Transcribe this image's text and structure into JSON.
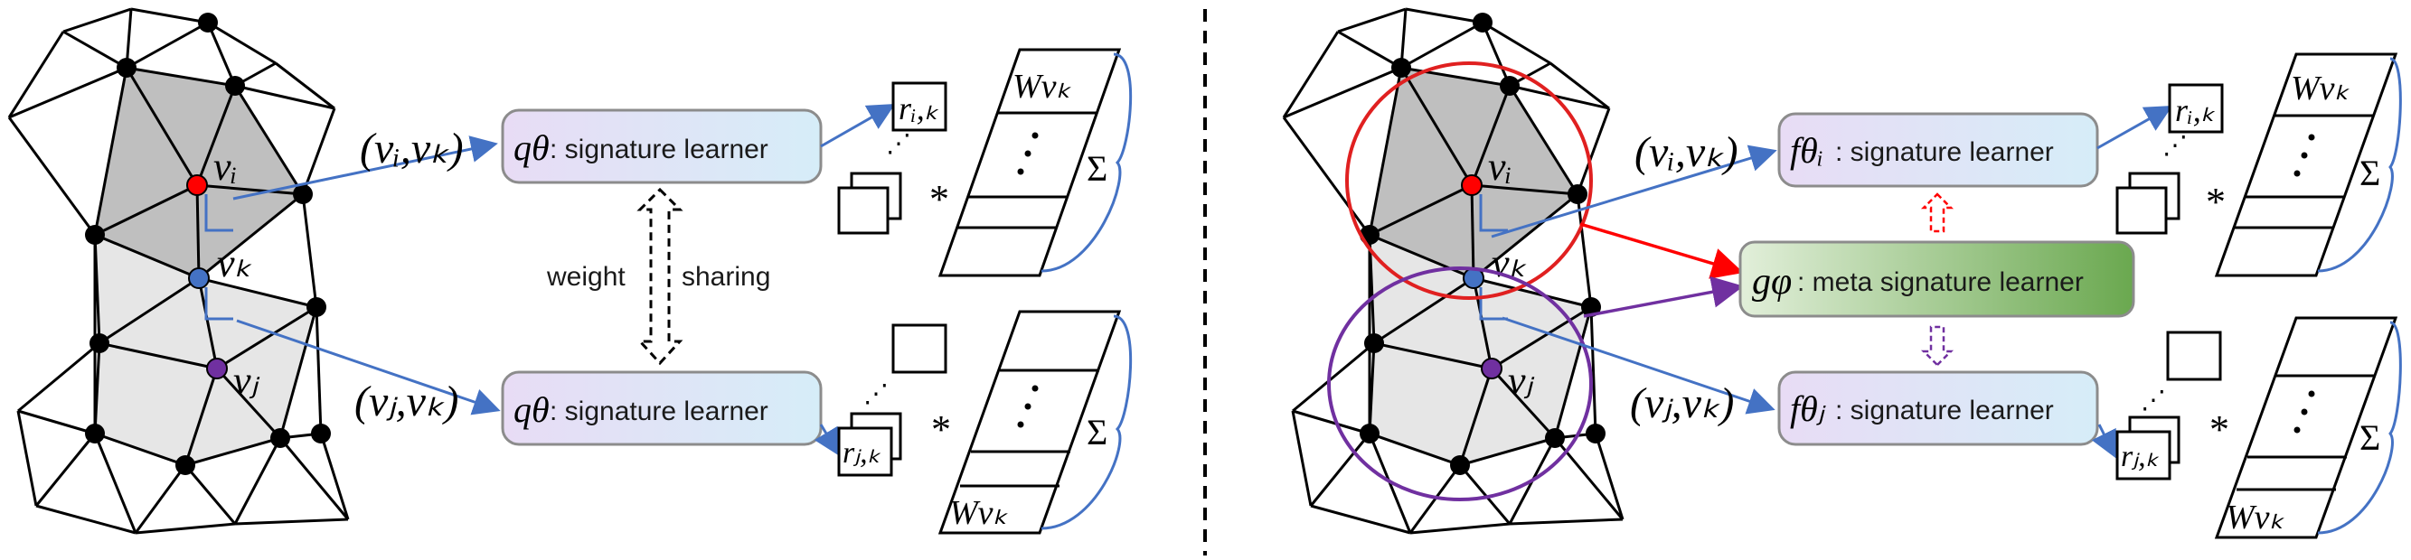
{
  "left_panel": {
    "pair_ik": "(vᵢ,vₖ)",
    "pair_jk": "(vⱼ,vₖ)",
    "learner_top": {
      "symbol": "qθ",
      "label": ": signature learner"
    },
    "learner_bottom": {
      "symbol": "qθ",
      "label": ": signature learner"
    },
    "weight_label": "weight",
    "sharing_label": "sharing",
    "sig_top": "rᵢ,ₖ",
    "sig_bottom": "rⱼ,ₖ",
    "matrix_top": "Wvₖ",
    "matrix_bottom": "Wvₖ",
    "star": "*",
    "sum": "Σ",
    "vertex_i": "vᵢ",
    "vertex_k": "vₖ",
    "vertex_j": "vⱼ"
  },
  "right_panel": {
    "pair_ik": "(vᵢ,vₖ)",
    "pair_jk": "(vⱼ,vₖ)",
    "learner_top": {
      "symbol": "fθᵢ",
      "label": ": signature learner"
    },
    "learner_bottom": {
      "symbol": "fθⱼ",
      "label": ": signature learner"
    },
    "meta_learner": {
      "symbol": "gφ",
      "label": ": meta signature learner"
    },
    "sig_top": "rᵢ,ₖ",
    "sig_bottom": "rⱼ,ₖ",
    "matrix_top": "Wvₖ",
    "matrix_bottom": "Wvₖ",
    "star": "*",
    "sum": "Σ",
    "vertex_i": "vᵢ",
    "vertex_k": "vₖ",
    "vertex_j": "vⱼ"
  },
  "colors": {
    "vertex_i": "#ff0000",
    "vertex_k": "#4472c4",
    "vertex_j": "#7030a0",
    "arrow_blue": "#4472c4",
    "region_i": "#bfbfbf",
    "region_j": "#e6e6e6",
    "meta_arrow_red": "#ff0000",
    "meta_arrow_purple": "#7030a0",
    "learner_fill_left": "#e8dcf5",
    "learner_fill_right": "#d9eef9",
    "meta_fill_left": "#e2efda",
    "meta_fill_right": "#70ad47"
  }
}
